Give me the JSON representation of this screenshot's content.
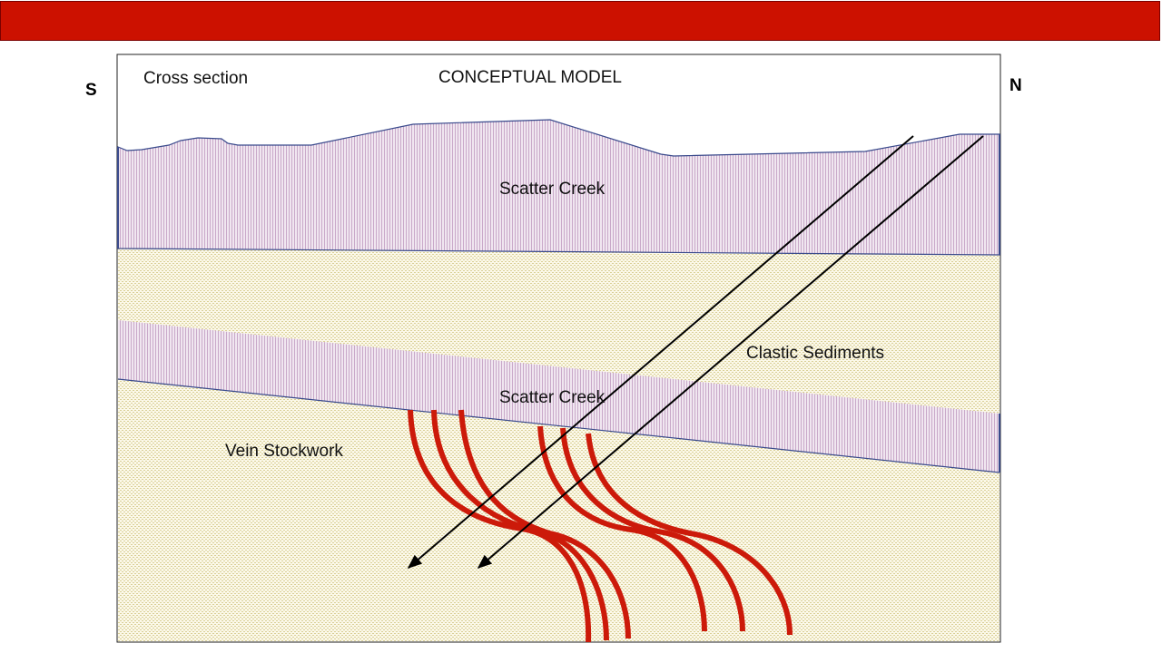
{
  "header": {
    "bar_color": "#cc1100"
  },
  "compass": {
    "south": "S",
    "north": "N"
  },
  "diagram": {
    "subtitle": "Cross section",
    "title": "CONCEPTUAL MODEL",
    "units": {
      "upper_scatter_creek": "Scatter Creek",
      "clastic_sediments": "Clastic Sediments",
      "lower_scatter_creek": "Scatter Creek",
      "vein_stockwork": "Vein Stockwork"
    },
    "colors": {
      "scatter_creek_fill": "#f0e6f0",
      "scatter_creek_hatch": "#c9a9c9",
      "clastic_fill": "#fbf8e8",
      "clastic_dots": "#d9cf96",
      "contact_line": "#3a4a8c",
      "vein": "#cc1a0a",
      "drill_hole": "#000000"
    },
    "icons": {
      "drill_hole_arrowhead": "arrowhead-icon"
    }
  }
}
